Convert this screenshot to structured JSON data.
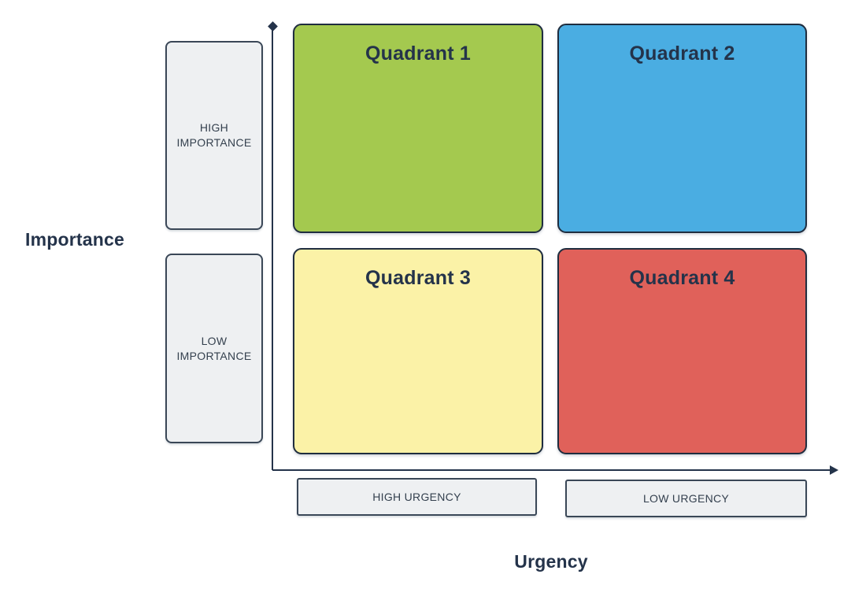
{
  "diagram": {
    "type": "quadrant-matrix",
    "background": "#ffffff",
    "quadrants": [
      {
        "id": "q1",
        "label": "Quadrant 1",
        "color": "#a4c94f",
        "position": "top-left",
        "importance": "high",
        "urgency": "high"
      },
      {
        "id": "q2",
        "label": "Quadrant 2",
        "color": "#4aade2",
        "position": "top-right",
        "importance": "high",
        "urgency": "low"
      },
      {
        "id": "q3",
        "label": "Quadrant 3",
        "color": "#fbf2a7",
        "position": "bottom-left",
        "importance": "low",
        "urgency": "high"
      },
      {
        "id": "q4",
        "label": "Quadrant 4",
        "color": "#e0615a",
        "position": "bottom-right",
        "importance": "low",
        "urgency": "low"
      }
    ],
    "y_axis": {
      "title": "Importance",
      "ticks": [
        {
          "label": "HIGH IMPORTANCE"
        },
        {
          "label": "LOW IMPORTANCE"
        }
      ]
    },
    "x_axis": {
      "title": "Urgency",
      "ticks": [
        {
          "label": "HIGH URGENCY"
        },
        {
          "label": "LOW URGENCY"
        }
      ]
    },
    "colors": {
      "axis_line": "#24334a",
      "quadrant_border": "#1f2d3f",
      "tick_box_fill": "#eef0f2",
      "tick_box_border": "#3a4757",
      "text": "#24334a"
    }
  }
}
